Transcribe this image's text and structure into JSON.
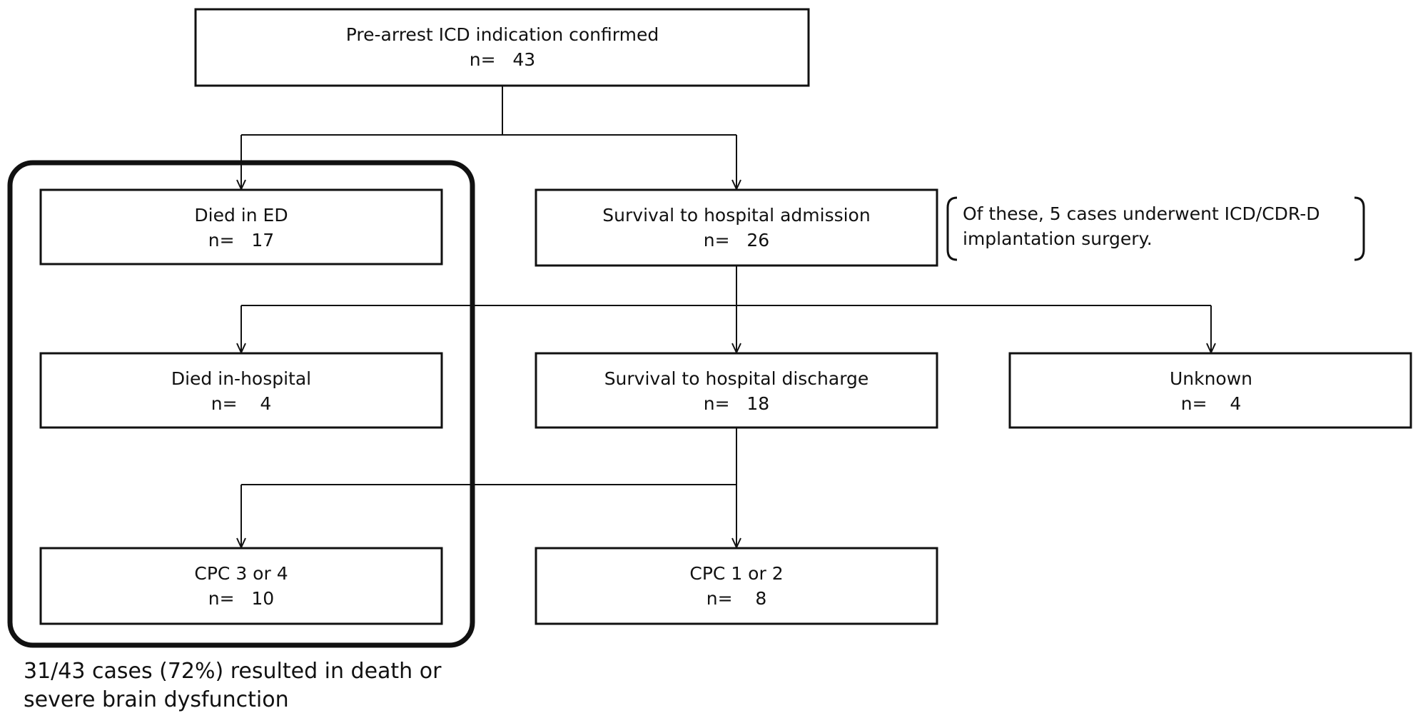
{
  "nodes": {
    "root": {
      "title": "Pre-arrest ICD indication confirmed",
      "n": "n=   43"
    },
    "died_ed": {
      "title": "Died in ED",
      "n": "n=   17"
    },
    "survival_admission": {
      "title": "Survival to hospital admission",
      "n": "n=   26"
    },
    "died_hospital": {
      "title": "Died in-hospital",
      "n": "n=    4"
    },
    "survival_discharge": {
      "title": "Survival to hospital discharge",
      "n": "n=   18"
    },
    "unknown": {
      "title": "Unknown",
      "n": "n=    4"
    },
    "cpc34": {
      "title": "CPC 3 or 4",
      "n": "n=   10"
    },
    "cpc12": {
      "title": "CPC 1 or 2",
      "n": "n=    8"
    }
  },
  "note": {
    "line1": "Of these, 5 cases underwent ICD/CDR-D",
    "line2": "implantation surgery."
  },
  "summary": {
    "line1": "31/43 cases (72%) resulted in death or",
    "line2": "severe brain dysfunction"
  },
  "colors": {
    "stroke": "#111111",
    "background": "#ffffff"
  }
}
